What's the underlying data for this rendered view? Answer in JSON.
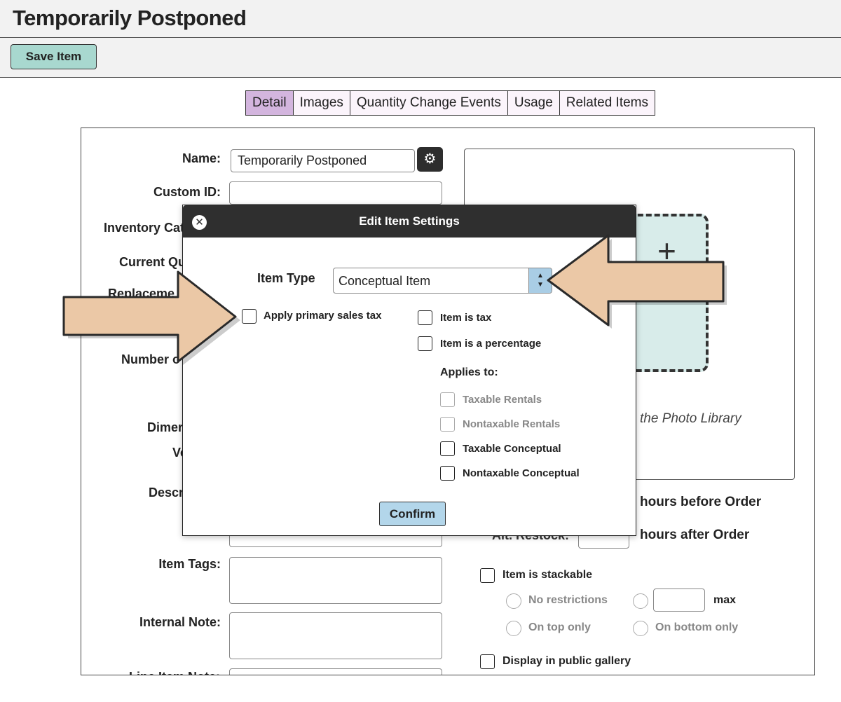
{
  "page": {
    "title": "Temporarily Postponed"
  },
  "toolbar": {
    "save_label": "Save Item"
  },
  "tabs": [
    "Detail",
    "Images",
    "Quantity Change Events",
    "Usage",
    "Related Items"
  ],
  "form": {
    "name_label": "Name:",
    "name_value": "Temporarily Postponed",
    "custom_id_label": "Custom ID:",
    "custom_id_value": "",
    "inventory_category_label": "Inventory Cat",
    "current_quantity_label": "Current Qu",
    "replacement_label": "Replaceme",
    "number_label": "Number o",
    "dimensions_label": "Dimer",
    "volume_label": "Ve",
    "description_label": "Descr",
    "item_tags_label": "Item Tags:",
    "internal_note_label": "Internal Note:",
    "line_item_note_label": "Line Item Note:"
  },
  "image_panel": {
    "photo_library_text": "the Photo Library"
  },
  "restock": {
    "before_text": "hours before Order",
    "after_label": "Alt. Restock:",
    "after_text": "hours after Order"
  },
  "stacking": {
    "stackable_label": "Item is stackable",
    "no_restrictions": "No restrictions",
    "max_label": "max",
    "on_top_only": "On top only",
    "on_bottom_only": "On bottom only",
    "public_gallery_label": "Display in public gallery"
  },
  "modal": {
    "title": "Edit Item Settings",
    "item_type_label": "Item Type",
    "item_type_value": "Conceptual Item",
    "apply_sales_tax": "Apply primary sales tax",
    "item_is_tax": "Item is tax",
    "item_is_percentage": "Item is a percentage",
    "applies_to": "Applies to:",
    "taxable_rentals": "Taxable Rentals",
    "nontaxable_rentals": "Nontaxable Rentals",
    "taxable_conceptual": "Taxable Conceptual",
    "nontaxable_conceptual": "Nontaxable Conceptual",
    "confirm_label": "Confirm"
  },
  "colors": {
    "save_button": "#a8d8cf",
    "active_tab": "#d3b5de",
    "modal_header": "#2f2f2f",
    "confirm_button": "#b3d6ea",
    "select_arrow": "#a9cde5",
    "upload_tile": "#d8ecea",
    "callout_arrow": "#ebc8a6"
  },
  "icons": {
    "gear": "gear-icon",
    "close": "close-icon",
    "upload": "plus-icon",
    "select": "chevron-updown-icon"
  }
}
